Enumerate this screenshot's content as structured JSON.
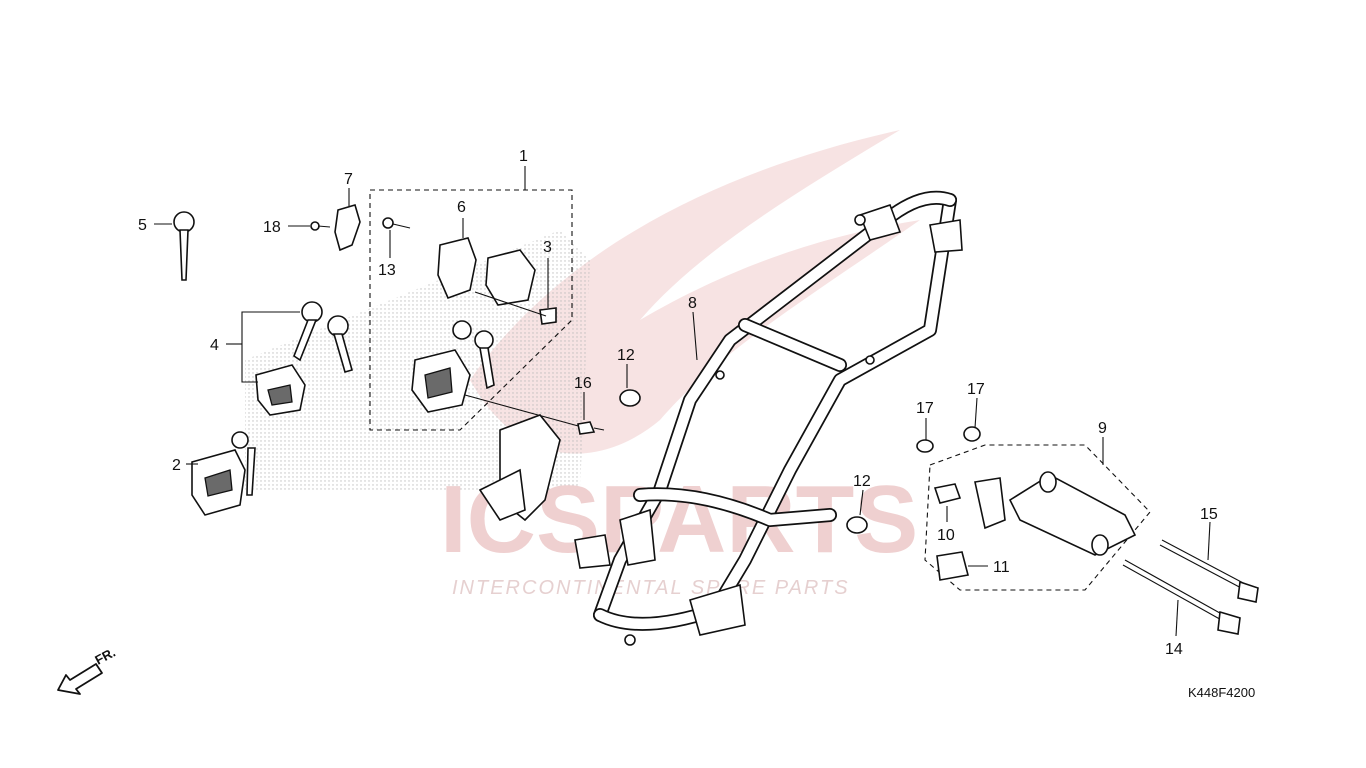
{
  "diagram": {
    "code": "K448F4200",
    "direction_label": "FR.",
    "watermark": {
      "brand": "ICSPARTS",
      "tagline": "INTERCONTINENTAL SPARE PARTS"
    },
    "callouts": {
      "c1": "1",
      "c2": "2",
      "c3": "3",
      "c4": "4",
      "c5": "5",
      "c6": "6",
      "c7": "7",
      "c8": "8",
      "c9": "9",
      "c10": "10",
      "c11": "11",
      "c12a": "12",
      "c12b": "12",
      "c13": "13",
      "c14": "14",
      "c15": "15",
      "c16": "16",
      "c17a": "17",
      "c17b": "17",
      "c18": "18"
    }
  }
}
